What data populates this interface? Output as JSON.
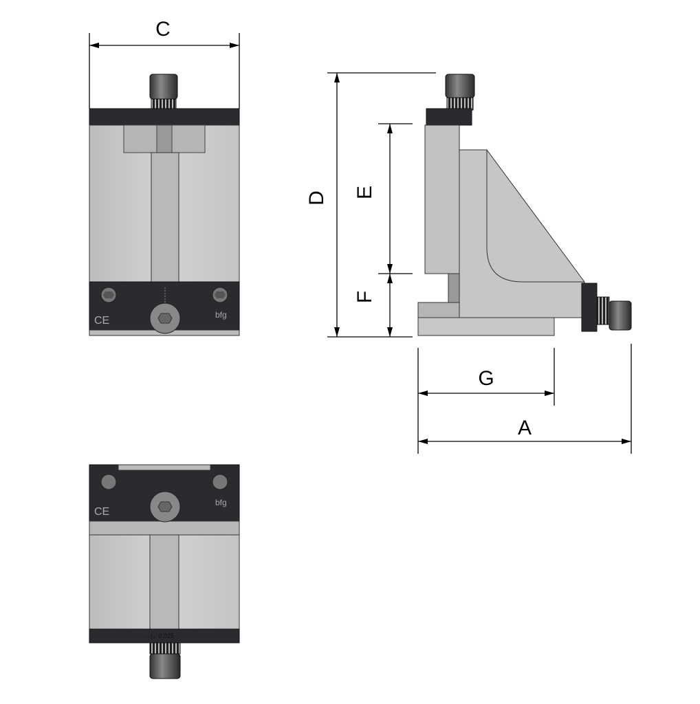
{
  "dimensions": {
    "A": "A",
    "C": "C",
    "D": "D",
    "E": "E",
    "F": "F",
    "G": "G"
  },
  "markings": {
    "ce_mark": "CE",
    "logo": "bfg",
    "scale_mark": "→|←0.025"
  },
  "colors": {
    "plate": "#2a2b2e",
    "body": "#c8c8c8",
    "dimension": "#000000"
  }
}
